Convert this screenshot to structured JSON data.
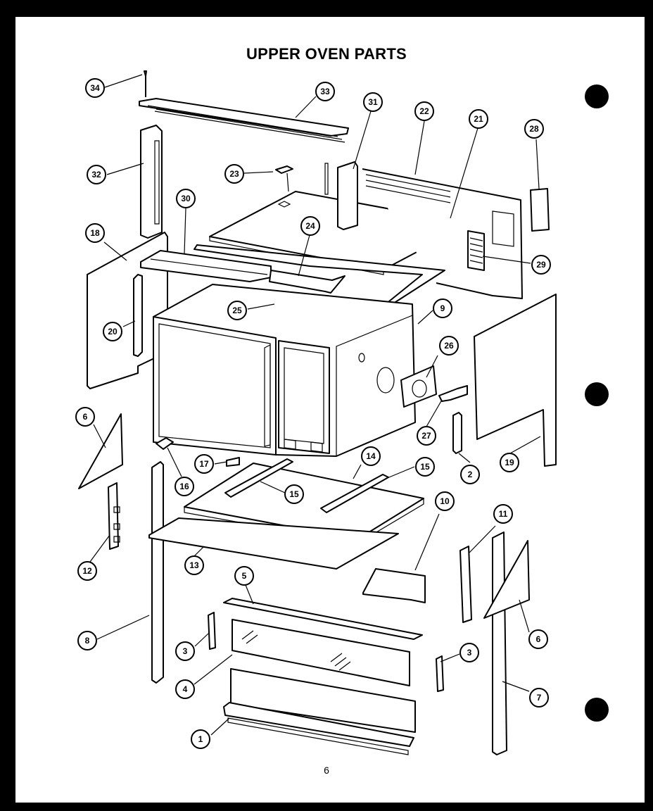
{
  "title": "UPPER OVEN PARTS",
  "page_number": "6",
  "callouts": [
    "34",
    "33",
    "31",
    "22",
    "21",
    "28",
    "32",
    "23",
    "30",
    "24",
    "18",
    "29",
    "25",
    "9",
    "20",
    "26",
    "6",
    "27",
    "17",
    "16",
    "2",
    "19",
    "14",
    "15",
    "15",
    "12",
    "13",
    "10",
    "11",
    "5",
    "8",
    "3",
    "3",
    "6",
    "4",
    "7",
    "1"
  ]
}
